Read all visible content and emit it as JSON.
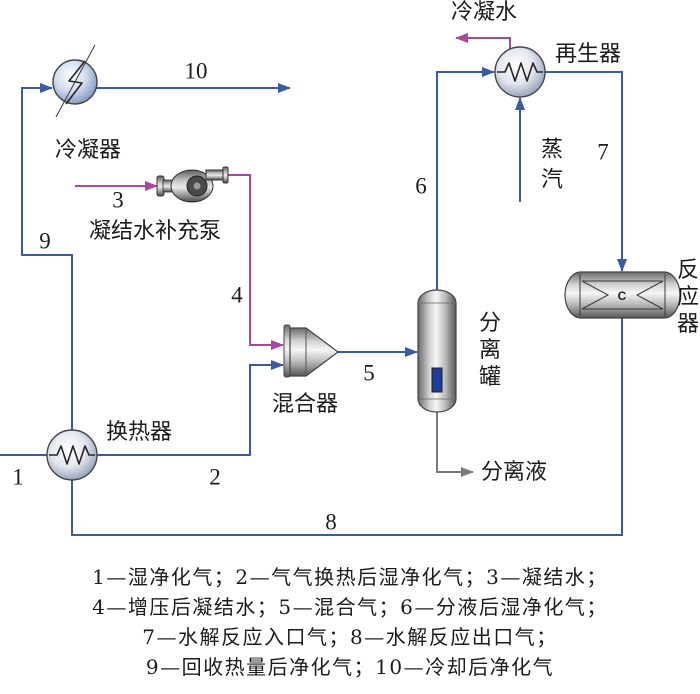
{
  "colors": {
    "gas_line": "#3a5aa6",
    "condensate_line": "#a8489d",
    "liquid_line": "#7b7b7b"
  },
  "equipment": {
    "condenser": "冷凝器",
    "makeup_pump": "凝结水补充泵",
    "mixer": "混合器",
    "separator": "分离罐",
    "regenerator": "再生器",
    "reactor": "反应器",
    "reactor_mark": "C",
    "heat_exchanger": "换热器"
  },
  "utilities": {
    "condensate_out": "冷凝水",
    "steam_in": "蒸汽",
    "separated_liquid": "分离液"
  },
  "streams": [
    "1",
    "2",
    "3",
    "4",
    "5",
    "6",
    "7",
    "8",
    "9",
    "10"
  ],
  "legend": [
    "1—湿净化气；2—气气换热后湿净化气；3—凝结水；",
    "4—增压后凝结水；5—混合气；6—分液后湿净化气；",
    "7—水解反应入口气；8—水解反应出口气；",
    "9—回收热量后净化气；10—冷却后净化气"
  ]
}
